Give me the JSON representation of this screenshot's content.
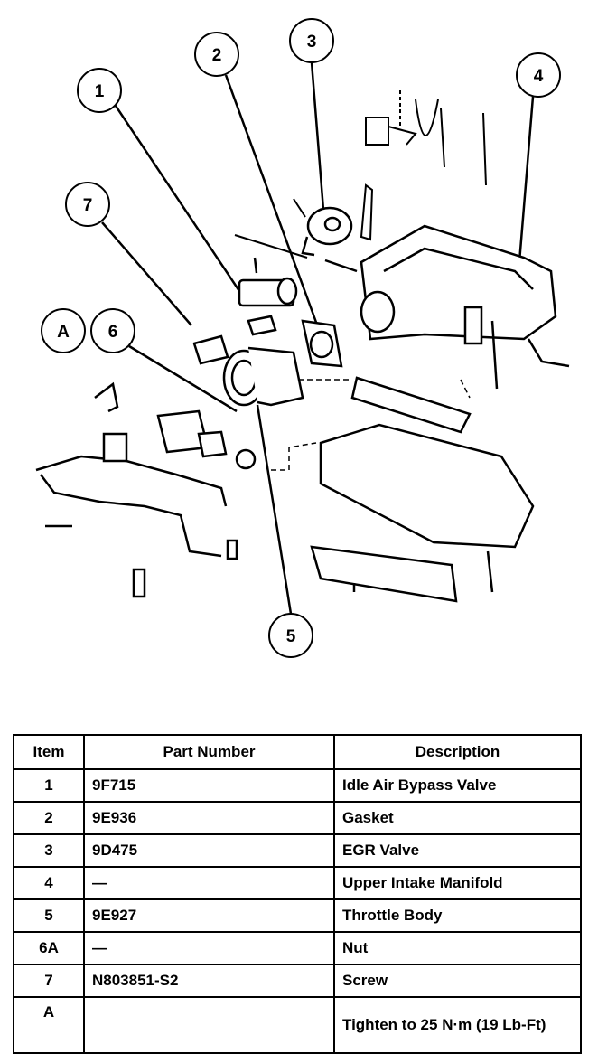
{
  "callouts": [
    "1",
    "2",
    "3",
    "4",
    "5",
    "6",
    "7",
    "A"
  ],
  "table": {
    "headers": [
      "Item",
      "Part Number",
      "Description"
    ],
    "rows": [
      {
        "item": "1",
        "part": "9F715",
        "desc": "Idle Air Bypass Valve"
      },
      {
        "item": "2",
        "part": "9E936",
        "desc": "Gasket"
      },
      {
        "item": "3",
        "part": "9D475",
        "desc": "EGR Valve"
      },
      {
        "item": "4",
        "part": "—",
        "desc": "Upper Intake Manifold"
      },
      {
        "item": "5",
        "part": "9E927",
        "desc": "Throttle Body"
      },
      {
        "item": "6A",
        "part": "—",
        "desc": "Nut"
      },
      {
        "item": "7",
        "part": "N803851-S2",
        "desc": "Screw"
      },
      {
        "item": "A",
        "part": "",
        "desc": "Tighten to 25 N·m (19 Lb-Ft)"
      }
    ]
  }
}
